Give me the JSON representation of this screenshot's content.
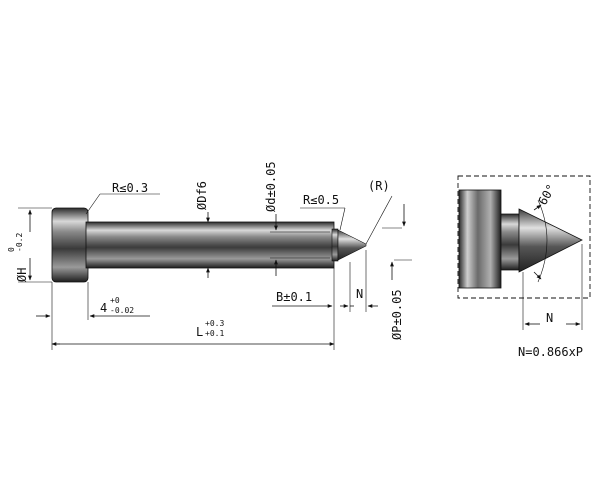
{
  "labels": {
    "r_head": "R≤0.3",
    "d_shank": "ØDf6",
    "d_tip": "Ød±0.05",
    "r_tip": "R≤0.5",
    "r_paren": "(R)",
    "h_main": "ØH",
    "h_sup": "0",
    "h_sub": "-0.2",
    "four_main": "4",
    "four_sup": "+0",
    "four_sub": "-0.02",
    "b": "B±0.1",
    "n_left": "N",
    "p": "ØP±0.05",
    "l_main": "L",
    "l_sup": "+0.3",
    "l_sub": "+0.1",
    "angle": "60°",
    "n_right": "N",
    "n_formula": "N=0.866xP"
  }
}
